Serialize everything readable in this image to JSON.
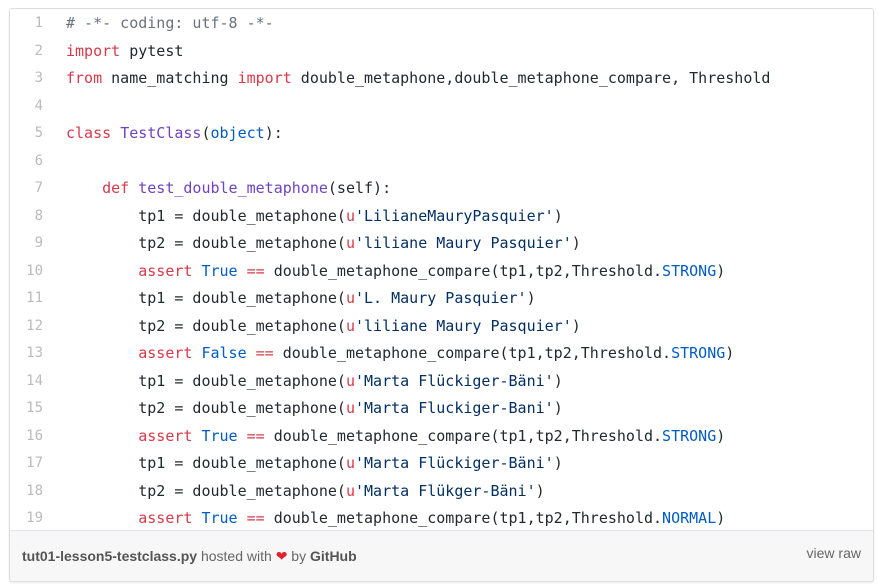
{
  "colors": {
    "keyword": "#d73a49",
    "class_name": "#6f42c1",
    "constant": "#005cc5",
    "string": "#032f62",
    "comment": "#6a737d"
  },
  "lines": [
    [
      [
        "c",
        "# -*- coding: utf-8 -*-"
      ]
    ],
    [
      [
        "k",
        "import"
      ],
      [
        "p",
        " pytest"
      ]
    ],
    [
      [
        "k",
        "from"
      ],
      [
        "p",
        " name_matching "
      ],
      [
        "k",
        "import"
      ],
      [
        "p",
        " double_metaphone,double_metaphone_compare, Threshold"
      ]
    ],
    [],
    [
      [
        "k",
        "class"
      ],
      [
        "p",
        " "
      ],
      [
        "e",
        "TestClass"
      ],
      [
        "p",
        "("
      ],
      [
        "b",
        "object"
      ],
      [
        "p",
        "):"
      ]
    ],
    [],
    [
      [
        "p",
        "    "
      ],
      [
        "k",
        "def"
      ],
      [
        "p",
        " "
      ],
      [
        "e",
        "test_double_metaphone"
      ],
      [
        "p",
        "(self):"
      ]
    ],
    [
      [
        "p",
        "        tp1 = double_metaphone("
      ],
      [
        "k",
        "u"
      ],
      [
        "s",
        "'LilianeMauryPasquier'"
      ],
      [
        "p",
        ")"
      ]
    ],
    [
      [
        "p",
        "        tp2 = double_metaphone("
      ],
      [
        "k",
        "u"
      ],
      [
        "s",
        "'liliane Maury Pasquier'"
      ],
      [
        "p",
        ")"
      ]
    ],
    [
      [
        "p",
        "        "
      ],
      [
        "k",
        "assert"
      ],
      [
        "p",
        " "
      ],
      [
        "b",
        "True"
      ],
      [
        "p",
        " "
      ],
      [
        "k",
        "=="
      ],
      [
        "p",
        " double_metaphone_compare(tp1,tp2,Threshold."
      ],
      [
        "b",
        "STRONG"
      ],
      [
        "p",
        ")"
      ]
    ],
    [
      [
        "p",
        "        tp1 = double_metaphone("
      ],
      [
        "k",
        "u"
      ],
      [
        "s",
        "'L. Maury Pasquier'"
      ],
      [
        "p",
        ")"
      ]
    ],
    [
      [
        "p",
        "        tp2 = double_metaphone("
      ],
      [
        "k",
        "u"
      ],
      [
        "s",
        "'liliane Maury Pasquier'"
      ],
      [
        "p",
        ")"
      ]
    ],
    [
      [
        "p",
        "        "
      ],
      [
        "k",
        "assert"
      ],
      [
        "p",
        " "
      ],
      [
        "b",
        "False"
      ],
      [
        "p",
        " "
      ],
      [
        "k",
        "=="
      ],
      [
        "p",
        " double_metaphone_compare(tp1,tp2,Threshold."
      ],
      [
        "b",
        "STRONG"
      ],
      [
        "p",
        ")"
      ]
    ],
    [
      [
        "p",
        "        tp1 = double_metaphone("
      ],
      [
        "k",
        "u"
      ],
      [
        "s",
        "'Marta Flückiger-Bäni'"
      ],
      [
        "p",
        ")"
      ]
    ],
    [
      [
        "p",
        "        tp2 = double_metaphone("
      ],
      [
        "k",
        "u"
      ],
      [
        "s",
        "'Marta Fluckiger-Bani'"
      ],
      [
        "p",
        ")"
      ]
    ],
    [
      [
        "p",
        "        "
      ],
      [
        "k",
        "assert"
      ],
      [
        "p",
        " "
      ],
      [
        "b",
        "True"
      ],
      [
        "p",
        " "
      ],
      [
        "k",
        "=="
      ],
      [
        "p",
        " double_metaphone_compare(tp1,tp2,Threshold."
      ],
      [
        "b",
        "STRONG"
      ],
      [
        "p",
        ")"
      ]
    ],
    [
      [
        "p",
        "        tp1 = double_metaphone("
      ],
      [
        "k",
        "u"
      ],
      [
        "s",
        "'Marta Flückiger-Bäni'"
      ],
      [
        "p",
        ")"
      ]
    ],
    [
      [
        "p",
        "        tp2 = double_metaphone("
      ],
      [
        "k",
        "u"
      ],
      [
        "s",
        "'Marta Flükger-Bäni'"
      ],
      [
        "p",
        ")"
      ]
    ],
    [
      [
        "p",
        "        "
      ],
      [
        "k",
        "assert"
      ],
      [
        "p",
        " "
      ],
      [
        "b",
        "True"
      ],
      [
        "p",
        " "
      ],
      [
        "k",
        "=="
      ],
      [
        "p",
        " double_metaphone_compare(tp1,tp2,Threshold."
      ],
      [
        "b",
        "NORMAL"
      ],
      [
        "p",
        ")"
      ]
    ]
  ],
  "footer": {
    "filename": "tut01-lesson5-testclass.py",
    "hosted_with": " hosted with ",
    "heart": "❤",
    "by": " by ",
    "github": "GitHub",
    "view_raw": "view raw"
  }
}
